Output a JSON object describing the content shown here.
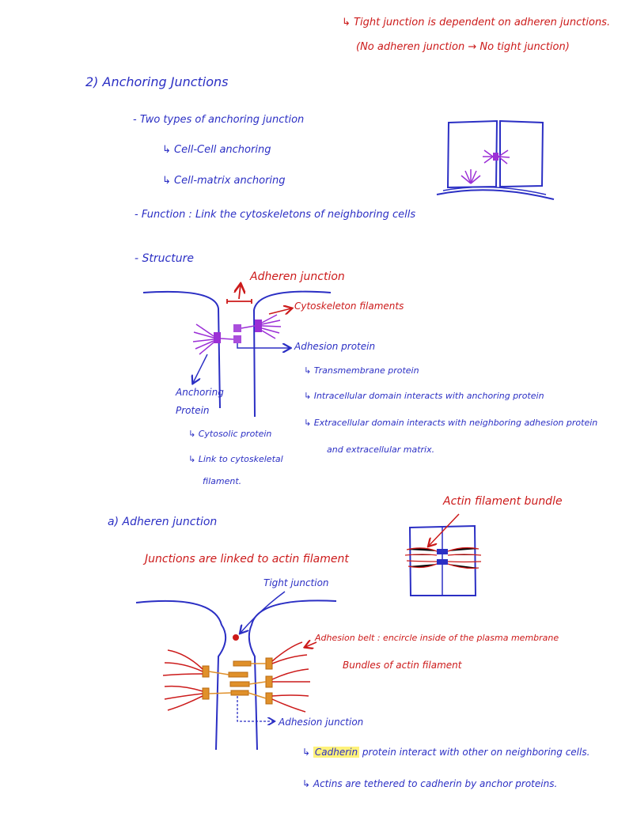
{
  "header_notes": {
    "line1": "↳ Tight junction is dependent on adheren junctions.",
    "line2": "(No adheren junction → No tight junction)"
  },
  "section2": {
    "heading": "2) Anchoring Junctions",
    "bullet_types": "- Two types of anchoring junction",
    "sub_cell_cell": "↳ Cell-Cell anchoring",
    "sub_cell_matrix": "↳ Cell-matrix anchoring",
    "function": "- Function : Link the cytoskeletons of neighboring cells",
    "structure": "- Structure"
  },
  "structure_diagram": {
    "label_adheren": "Adheren junction",
    "label_filaments": "Cytoskeleton filaments",
    "label_adhesion": "Adhesion protein",
    "label_anchoring": "Anchoring",
    "label_protein": "Protein",
    "adhesion_notes": [
      "↳ Transmembrane protein",
      "↳ Intracellular domain interacts with anchoring protein",
      "↳ Extracellular domain interacts with neighboring adhesion protein",
      "and extracellular matrix."
    ],
    "anchoring_notes": [
      "↳ Cytosolic protein",
      "↳ Link to cytoskeletal",
      "filament."
    ]
  },
  "subsection_a": {
    "heading": "a) Adheren junction",
    "subtitle": "Junctions are linked to actin filament",
    "label_actin_bundle": "Actin filament bundle",
    "label_tight": "Tight junction",
    "label_belt": "Adhesion belt : encircle inside of the plasma membrane",
    "label_bundles": "Bundles of actin filament",
    "label_adhesion_junction": "Adhesion junction",
    "note_cadherin_word": "Cadherin",
    "note_cadherin_rest": " protein interact with other on neighboring cells.",
    "note_cadherin_prefix": "↳ ",
    "note_actins": "↳ Actins are tethered to cadherin by anchor proteins."
  },
  "colors": {
    "ink_blue": "#2b2fc4",
    "ink_red": "#cc1a1a",
    "ink_purple": "#9b2fd6",
    "ink_orange": "#e0902a",
    "highlight": "#fff27a"
  }
}
